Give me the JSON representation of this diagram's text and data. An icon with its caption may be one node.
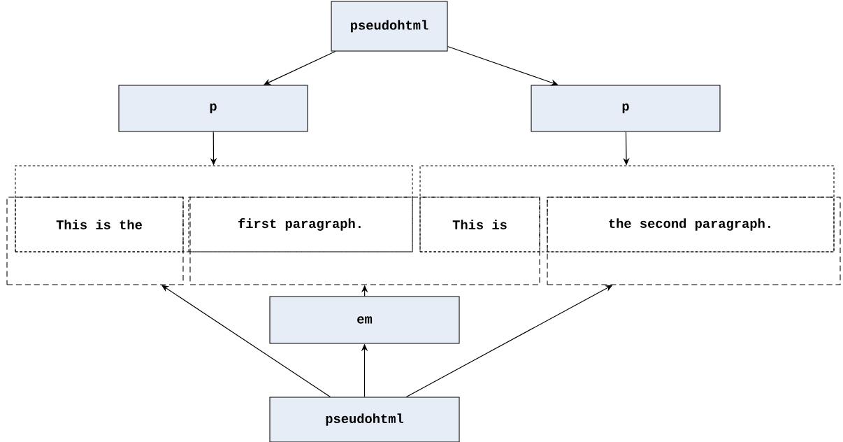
{
  "diagram": {
    "nodes": [
      {
        "text": [
          "pseudohtml"
        ]
      },
      {
        "text": [
          "p"
        ]
      },
      {
        "text": [
          "p"
        ]
      },
      {
        "text": [],
        "shape": "box"
      },
      {
        "text": [
          "This is the"
        ]
      },
      {
        "text": [
          "first paragraph."
        ]
      },
      {
        "text": [],
        "shape": "box"
      },
      {
        "text": [
          "This is"
        ]
      },
      {
        "text": [
          "the second paragraph."
        ]
      },
      {
        "text": [],
        "shape": "box"
      },
      {
        "text": [],
        "shape": "box"
      },
      {
        "text": [],
        "shape": "box"
      },
      {
        "text": [
          "em"
        ]
      },
      {
        "text": [
          "pseudohtml"
        ]
      }
    ],
    "edges": [
      {
        "from": 0,
        "to": 1,
        "arrow": "to"
      },
      {
        "from": 0,
        "to": 2,
        "arrow": "to"
      },
      {
        "from": 1,
        "to": 3,
        "arrow": "to"
      },
      {
        "from": 2,
        "to": 6,
        "arrow": "to"
      },
      {
        "from": 13,
        "to": 9,
        "arrow": "to"
      },
      {
        "from": 13,
        "to": 12,
        "arrow": "to"
      },
      {
        "from": 12,
        "to": 10,
        "arrow": "to"
      },
      {
        "from": 13,
        "to": 11,
        "arrow": "to"
      }
    ]
  }
}
